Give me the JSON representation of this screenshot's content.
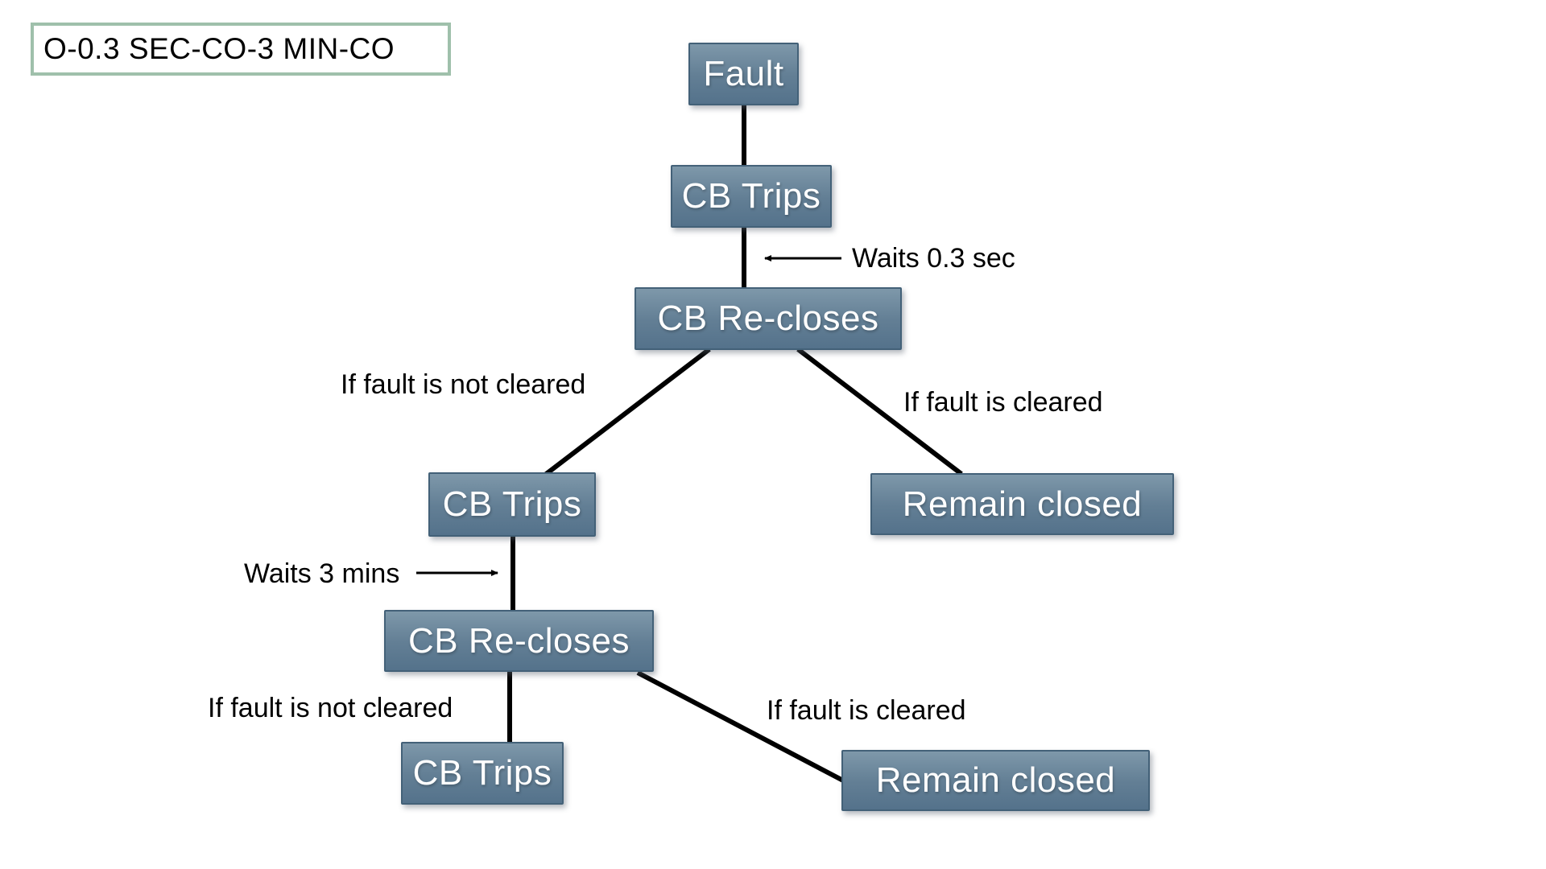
{
  "title": "O-0.3 SEC-CO-3 MIN-CO",
  "colors": {
    "background": "#ffffff",
    "node_fill_top": "#7e98aa",
    "node_fill_bottom": "#54728b",
    "node_border": "#436178",
    "node_text": "#ffffff",
    "title_border": "#9fc0ab",
    "label_text": "#000000",
    "connector": "#000000"
  },
  "nodes": {
    "fault": {
      "label": "Fault"
    },
    "cb_trips_1": {
      "label": "CB Trips"
    },
    "cb_recloses_1": {
      "label": "CB Re-closes"
    },
    "cb_trips_2": {
      "label": "CB Trips"
    },
    "remain_closed_1": {
      "label": "Remain closed"
    },
    "cb_recloses_2": {
      "label": "CB Re-closes"
    },
    "cb_trips_3": {
      "label": "CB Trips"
    },
    "remain_closed_2": {
      "label": "Remain closed"
    }
  },
  "edge_labels": {
    "wait_1": "Waits 0.3 sec",
    "wait_2": "Waits 3 mins",
    "branch_1_left": "If fault is not cleared",
    "branch_1_right": "If fault is cleared",
    "branch_2_left": "If fault is not cleared",
    "branch_2_right": "If fault is cleared"
  }
}
